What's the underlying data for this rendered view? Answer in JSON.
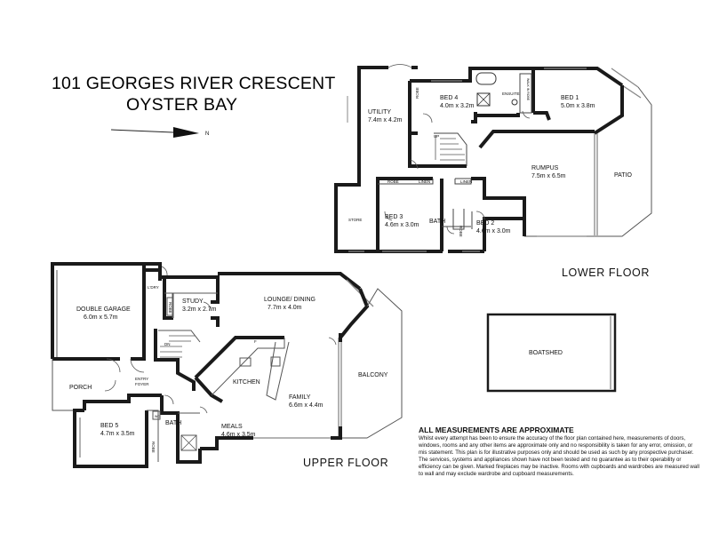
{
  "address": {
    "line1": "101 GEORGES RIVER CRESCENT",
    "line2": "OYSTER BAY"
  },
  "north_symbol": "N",
  "lower_floor": {
    "label": "LOWER  FLOOR",
    "rooms": {
      "utility": {
        "name": "UTILITY",
        "size": "7.4m x 4.2m"
      },
      "bed4": {
        "name": "BED 4",
        "size": "4.0m x 3.2m"
      },
      "bed1": {
        "name": "BED 1",
        "size": "5.0m x 3.8m"
      },
      "rumpus": {
        "name": "RUMPUS",
        "size": "7.5m x 6.5m"
      },
      "bed3": {
        "name": "BED 3",
        "size": "4.6m x 3.0m"
      },
      "bed2": {
        "name": "BED 2",
        "size": "4.6m x 3.0m"
      },
      "bath": {
        "name": "BATH"
      },
      "ensuite": {
        "name": "ENSUITE"
      },
      "patio": {
        "name": "PATIO"
      },
      "store": {
        "name": "STORE"
      }
    },
    "small_labels": {
      "robe1": "ROBE",
      "robe2": "ROBE",
      "robe3": "ROBE",
      "linen1": "LINEN",
      "linen2": "LINEN",
      "walk_in_robe": "WALK IN ROBE",
      "up": "UP"
    }
  },
  "upper_floor": {
    "label": "UPPER  FLOOR",
    "rooms": {
      "garage": {
        "name": "DOUBLE GARAGE",
        "size": "6.0m x 5.7m"
      },
      "study": {
        "name": "STUDY",
        "size": "3.2m x 2.7m"
      },
      "lounge": {
        "name": "LOUNGE/ DINING",
        "size": "7.7m x 4.0m"
      },
      "family": {
        "name": "FAMILY",
        "size": "6.6m x 4.4m"
      },
      "meals": {
        "name": "MEALS",
        "size": "4.6m x 3.5m"
      },
      "bed5": {
        "name": "BED 5",
        "size": "4.7m x 3.5m"
      },
      "kitchen": {
        "name": "KITCHEN"
      },
      "balcony": {
        "name": "BALCONY"
      },
      "porch": {
        "name": "PORCH"
      },
      "bath": {
        "name": "BATH"
      },
      "entry": {
        "name": "ENTRY\nFOYER"
      }
    },
    "small_labels": {
      "ldry": "L'DRY",
      "robe_study": "ROBE",
      "robe_bed5": "ROBE",
      "dn": "DN",
      "fridge": "F",
      "wc": "WC"
    }
  },
  "boatshed": {
    "name": "BOATSHED"
  },
  "disclaimer": {
    "heading": "ALL MEASUREMENTS ARE APPROXIMATE",
    "body": "Whilst every attempt has been to ensure the accuracy of the floor plan contained here, measurements of doors, windows, rooms and any other items are approximate only and no responsibility is taken for any error, omission, or mis statement. This plan is for illustrative purposes only and should be used as such by any prospective purchaser. The services, systems and appliances shown have not been tested and no guarantee as to their operability or efficiency can be given. Marked fireplaces may be inactive. Rooms with cupboards and wardrobes are measured wall to wall and may exclude wardrobe and cupboard measurements."
  },
  "colors": {
    "wall": "#1a1a1a",
    "window": "#8a8a8a",
    "text": "#111111"
  }
}
